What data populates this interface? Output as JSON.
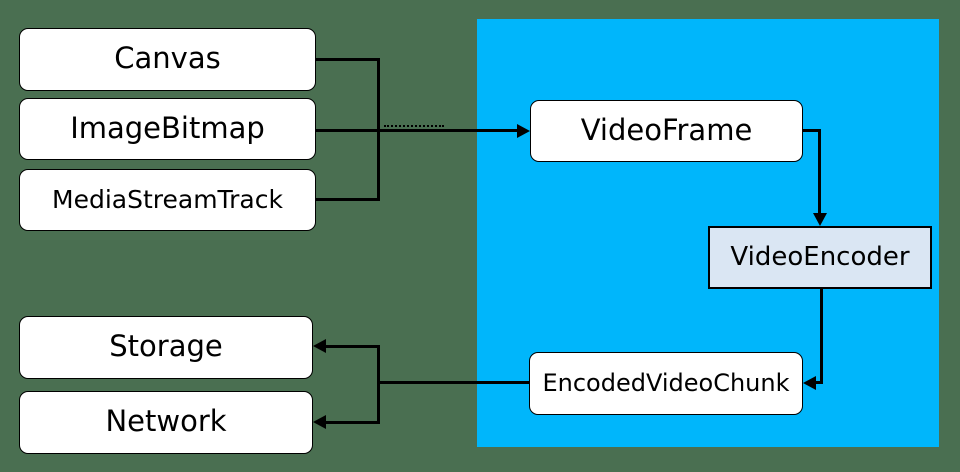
{
  "diagram": {
    "colors": {
      "background": "#4a6f51",
      "region": "#00b6fb",
      "node_fill": "#ffffff",
      "encoder_fill": "#dae6f3",
      "line": "#000000",
      "text": "#000000"
    },
    "nodes": {
      "canvas": {
        "label": "Canvas"
      },
      "image_bitmap": {
        "label": "ImageBitmap"
      },
      "media_stream_track": {
        "label": "MediaStreamTrack"
      },
      "video_frame": {
        "label": "VideoFrame"
      },
      "video_encoder": {
        "label": "VideoEncoder"
      },
      "encoded_video_chunk": {
        "label": "EncodedVideoChunk"
      },
      "storage": {
        "label": "Storage"
      },
      "network": {
        "label": "Network"
      }
    },
    "edges": [
      {
        "from": "Canvas",
        "to": "VideoFrame"
      },
      {
        "from": "ImageBitmap",
        "to": "VideoFrame"
      },
      {
        "from": "MediaStreamTrack",
        "to": "VideoFrame"
      },
      {
        "from": "VideoFrame",
        "to": "VideoEncoder"
      },
      {
        "from": "VideoEncoder",
        "to": "EncodedVideoChunk"
      },
      {
        "from": "EncodedVideoChunk",
        "to": "Storage"
      },
      {
        "from": "EncodedVideoChunk",
        "to": "Network"
      }
    ]
  }
}
